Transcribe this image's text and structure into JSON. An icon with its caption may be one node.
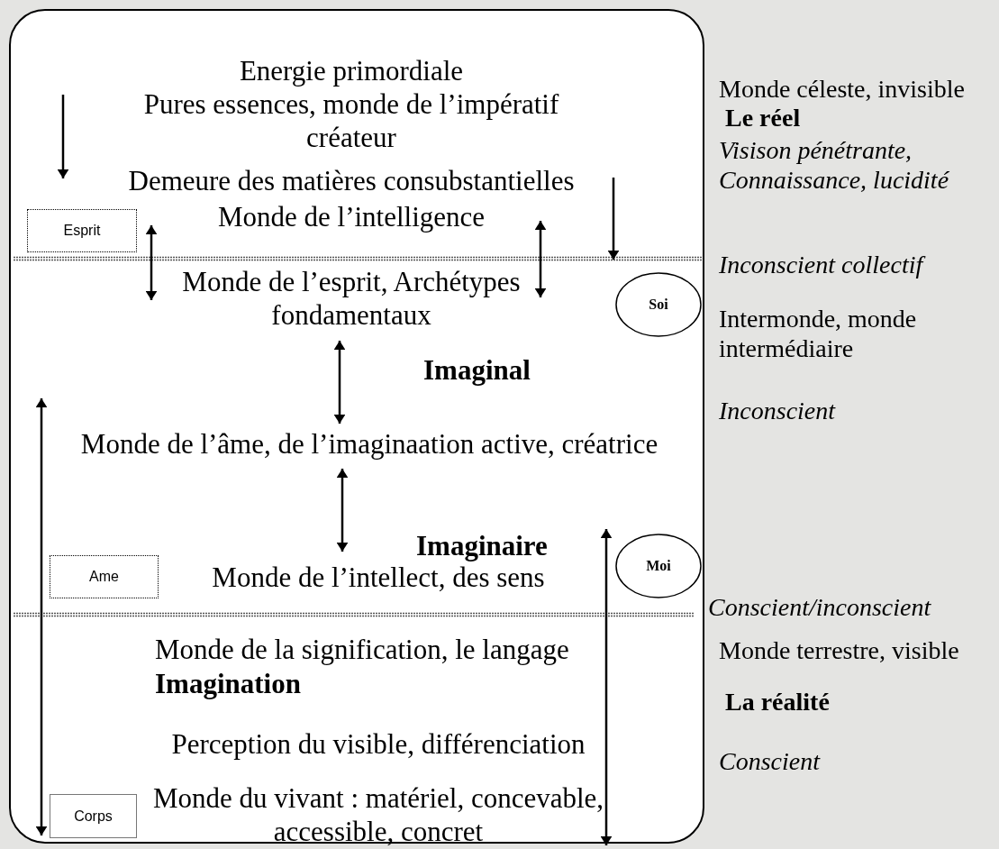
{
  "diagram": {
    "nodes": [
      {
        "text": [],
        "shape": "box"
      },
      {
        "text": [
          "Esprit"
        ],
        "in": 0
      },
      {
        "text": [
          "Soi"
        ],
        "in": 0
      },
      {
        "text": [
          "Ame"
        ],
        "in": 0
      },
      {
        "text": [
          "Moi"
        ],
        "in": 0
      },
      {
        "text": [
          "Corps"
        ],
        "in": 0
      }
    ],
    "labels": [
      "Energie primordiale",
      "Pures essences, monde de l’impératif créateur",
      "Demeure des matières consubstantielles",
      "Monde de l’intelligence",
      "Monde de l’esprit, Archétypes fondamentaux",
      "Imaginal",
      "Monde de l’âme, de l’imaginaation active, créatrice",
      "Imaginaire",
      "Monde de l’intellect, des sens",
      "Monde de la signification, le langage",
      "Imagination",
      "Perception du visible, différenciation",
      "Monde du vivant : matériel, concevable, accessible, concret",
      "Monde céleste, invisible",
      "Le réel",
      "Visison pénétrante, Connaissance, lucidité",
      "Inconscient collectif",
      "Intermonde, monde intermédiaire",
      "Inconscient",
      "Conscient/inconscient",
      "Monde terrestre, visible",
      "La réalité",
      "Conscient"
    ]
  }
}
